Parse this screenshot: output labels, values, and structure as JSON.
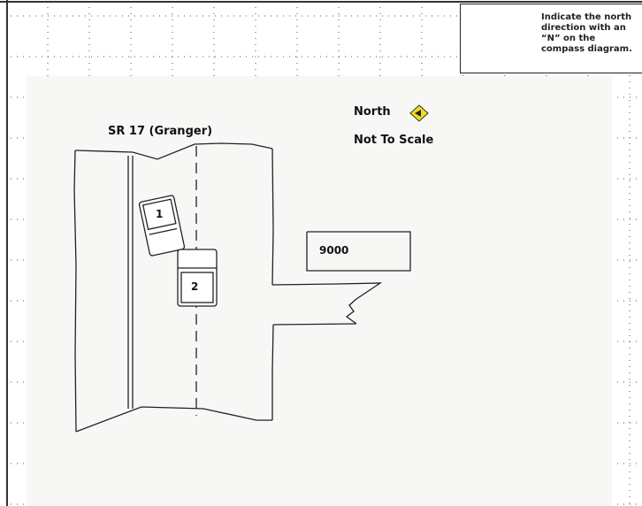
{
  "hint": {
    "text": "Indicate the north direction with an “N” on the compass diagram."
  },
  "legend": {
    "north_label": "North",
    "scale_label": "Not To Scale"
  },
  "road": {
    "name": "SR 17 (Granger)"
  },
  "address": {
    "number": "9000"
  },
  "vehicles": [
    {
      "label": "1"
    },
    {
      "label": "2"
    }
  ],
  "colors": {
    "north_arrow_fill": "#f2dc1d",
    "canvas_bg": "#f7f8f6"
  },
  "icons": {
    "compass": "compass-rose-icon",
    "north_arrow": "north-arrow-icon"
  }
}
